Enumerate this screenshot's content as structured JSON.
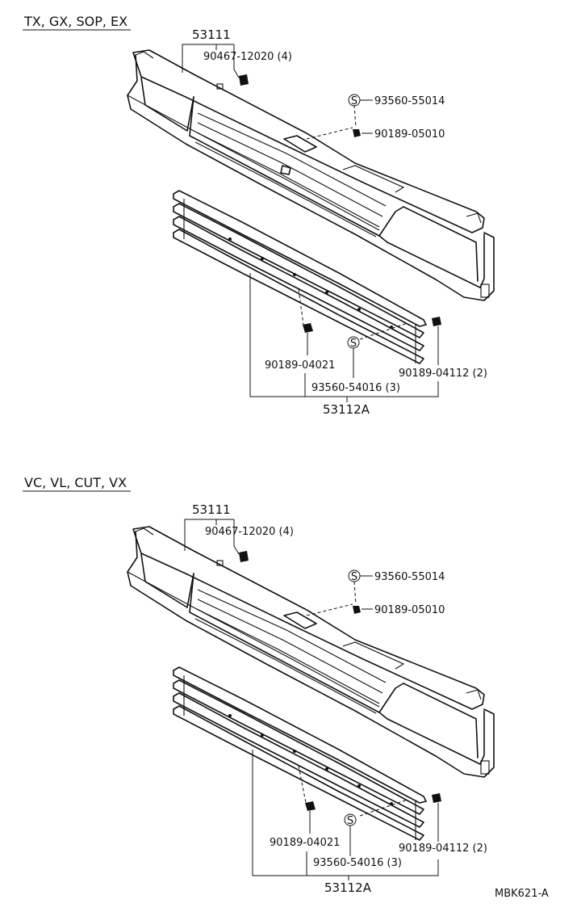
{
  "diagram": {
    "sections": [
      {
        "variant_header": "TX, GX, SOP, EX",
        "labels": {
          "grille": "53111",
          "clip_upper": "90467-12020  (4)",
          "screw_a": "93560-55014",
          "nut_a": "90189-05010",
          "nut_left": "90189-04021",
          "screw_b": "93560-54016  (3)",
          "nut_right": "90189-04112  (2)",
          "lower_grille": "53112A"
        }
      },
      {
        "variant_header": "VC, VL, CUT, VX",
        "labels": {
          "grille": "53111",
          "clip_upper": "90467-12020  (4)",
          "screw_a": "93560-55014",
          "nut_a": "90189-05010",
          "nut_left": "90189-04021",
          "screw_b": "93560-54016  (3)",
          "nut_right": "90189-04112  (2)",
          "lower_grille": "53112A"
        }
      }
    ],
    "symbol_s": "S",
    "drawing_code": "MBK621-A"
  }
}
